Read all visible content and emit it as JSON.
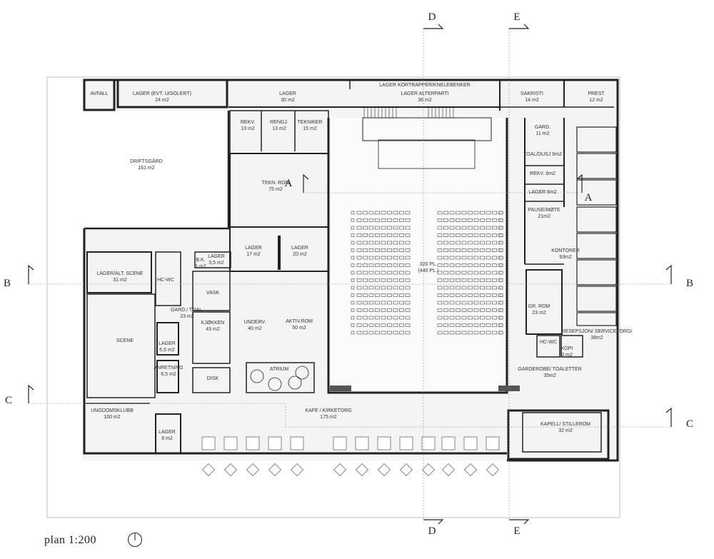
{
  "caption": "plan 1:200",
  "section_labels": [
    "A",
    "B",
    "C",
    "D",
    "E"
  ],
  "rooms": [
    {
      "id": "avfall",
      "name": "AVFALL",
      "area": ""
    },
    {
      "id": "lager-uisolert",
      "name": "LAGER (EVT. UISOLERT)",
      "area": "24 m2"
    },
    {
      "id": "lager-30",
      "name": "LAGER",
      "area": "30 m2"
    },
    {
      "id": "lager-kortrapper",
      "name": "LAGER KORTRAPPER/KNELEBENKER",
      "area": ""
    },
    {
      "id": "lager-alterparti",
      "name": "LAGER ALTERPARTI",
      "area": "36 m2"
    },
    {
      "id": "sakristi",
      "name": "SAKRISTI",
      "area": "14 m2"
    },
    {
      "id": "prest",
      "name": "PREST",
      "area": "12 m2"
    },
    {
      "id": "driftsgard",
      "name": "DRIFTSGÅRD",
      "area": "161 m2"
    },
    {
      "id": "rekv-13",
      "name": "REKV.",
      "area": "13 m2"
    },
    {
      "id": "rengj",
      "name": "RENGJ.",
      "area": "13 m2"
    },
    {
      "id": "tekniker",
      "name": "TEKNIKER",
      "area": "15 m2"
    },
    {
      "id": "gard-11",
      "name": "GARD.",
      "area": "11 m2"
    },
    {
      "id": "toal-dusj",
      "name": "TOAL/DUSJ 6m2",
      "area": ""
    },
    {
      "id": "rekv-6",
      "name": "REKV. 6m2",
      "area": ""
    },
    {
      "id": "lager-6",
      "name": "LAGER 6m2",
      "area": ""
    },
    {
      "id": "tekn-rom",
      "name": "TEKN. ROM",
      "area": "75 m2"
    },
    {
      "id": "pause-mote",
      "name": "PAUSE/MØTE",
      "area": "21m2"
    },
    {
      "id": "kontorer",
      "name": "KONTORER",
      "area": "93m2"
    },
    {
      "id": "lager-17",
      "name": "LAGER",
      "area": "17 m2"
    },
    {
      "id": "lager-20",
      "name": "LAGER",
      "area": "20 m2"
    },
    {
      "id": "lager-alt-scene",
      "name": "LAGER/ALT. SCENE",
      "area": "31 m2"
    },
    {
      "id": "bk",
      "name": "B.K.",
      "area": "1 m2"
    },
    {
      "id": "lager-3-5",
      "name": "LAGER",
      "area": "3,5 m2"
    },
    {
      "id": "hc-wc-1",
      "name": "HC-WC",
      "area": ""
    },
    {
      "id": "vask",
      "name": "VASK",
      "area": ""
    },
    {
      "id": "sanctuary",
      "name": "320 PL.",
      "area": "(440 PL.)"
    },
    {
      "id": "gard-toal",
      "name": "GARD./ TOAL.",
      "area": "23 m2"
    },
    {
      "id": "kjokken",
      "name": "KJØKKEN",
      "area": "43 m2"
    },
    {
      "id": "underv",
      "name": "UNDERV.",
      "area": "40 m2"
    },
    {
      "id": "aktiv-rom",
      "name": "AKTIV.ROM",
      "area": "50 m2"
    },
    {
      "id": "gr-rom",
      "name": "GR. ROM",
      "area": "23 m2"
    },
    {
      "id": "scene",
      "name": "SCENE",
      "area": ""
    },
    {
      "id": "lager-6-5",
      "name": "LAGER",
      "area": "6,5 m2"
    },
    {
      "id": "resepsjon",
      "name": "RESEPSJON/ SERVICETORG/",
      "area": "38m2"
    },
    {
      "id": "hc-wc-2",
      "name": "HC-WC",
      "area": ""
    },
    {
      "id": "kopi",
      "name": "KOPI",
      "area": "3 m2"
    },
    {
      "id": "anretning",
      "name": "ANRETNING",
      "area": "6,5 m2"
    },
    {
      "id": "disk",
      "name": "DISK",
      "area": ""
    },
    {
      "id": "atrium",
      "name": "ATRIUM",
      "area": ""
    },
    {
      "id": "garderobe-toaletter",
      "name": "GARDEROBE/ TOALETTER",
      "area": "35m2"
    },
    {
      "id": "ungdomsklubb",
      "name": "UNGDOMSKLUBB",
      "area": "100 m2"
    },
    {
      "id": "kafe",
      "name": "KAFÉ / KIRKETORG",
      "area": "175 m2"
    },
    {
      "id": "kapell",
      "name": "KAPELL/ STILLEROM",
      "area": "32 m2"
    },
    {
      "id": "lager-8",
      "name": "LAGER",
      "area": "8 m2"
    }
  ]
}
